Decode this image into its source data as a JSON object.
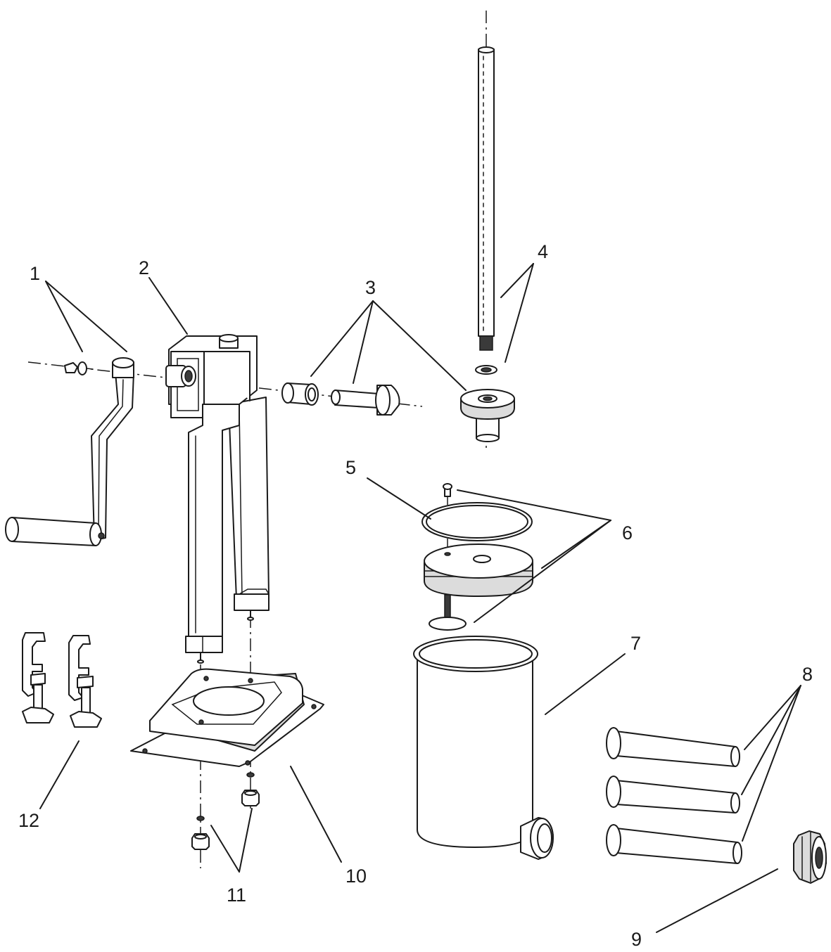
{
  "diagram": {
    "labels": [
      {
        "id": "1",
        "text": "1"
      },
      {
        "id": "2",
        "text": "2"
      },
      {
        "id": "3",
        "text": "3"
      },
      {
        "id": "4",
        "text": "4"
      },
      {
        "id": "5",
        "text": "5"
      },
      {
        "id": "6",
        "text": "6"
      },
      {
        "id": "7",
        "text": "7"
      },
      {
        "id": "8",
        "text": "8"
      },
      {
        "id": "9",
        "text": "9"
      },
      {
        "id": "10",
        "text": "10"
      },
      {
        "id": "11",
        "text": "11"
      },
      {
        "id": "12",
        "text": "12"
      }
    ],
    "colors": {
      "line": "#1a1a1a",
      "background": "#ffffff",
      "shade": "#dcdcdc"
    }
  }
}
